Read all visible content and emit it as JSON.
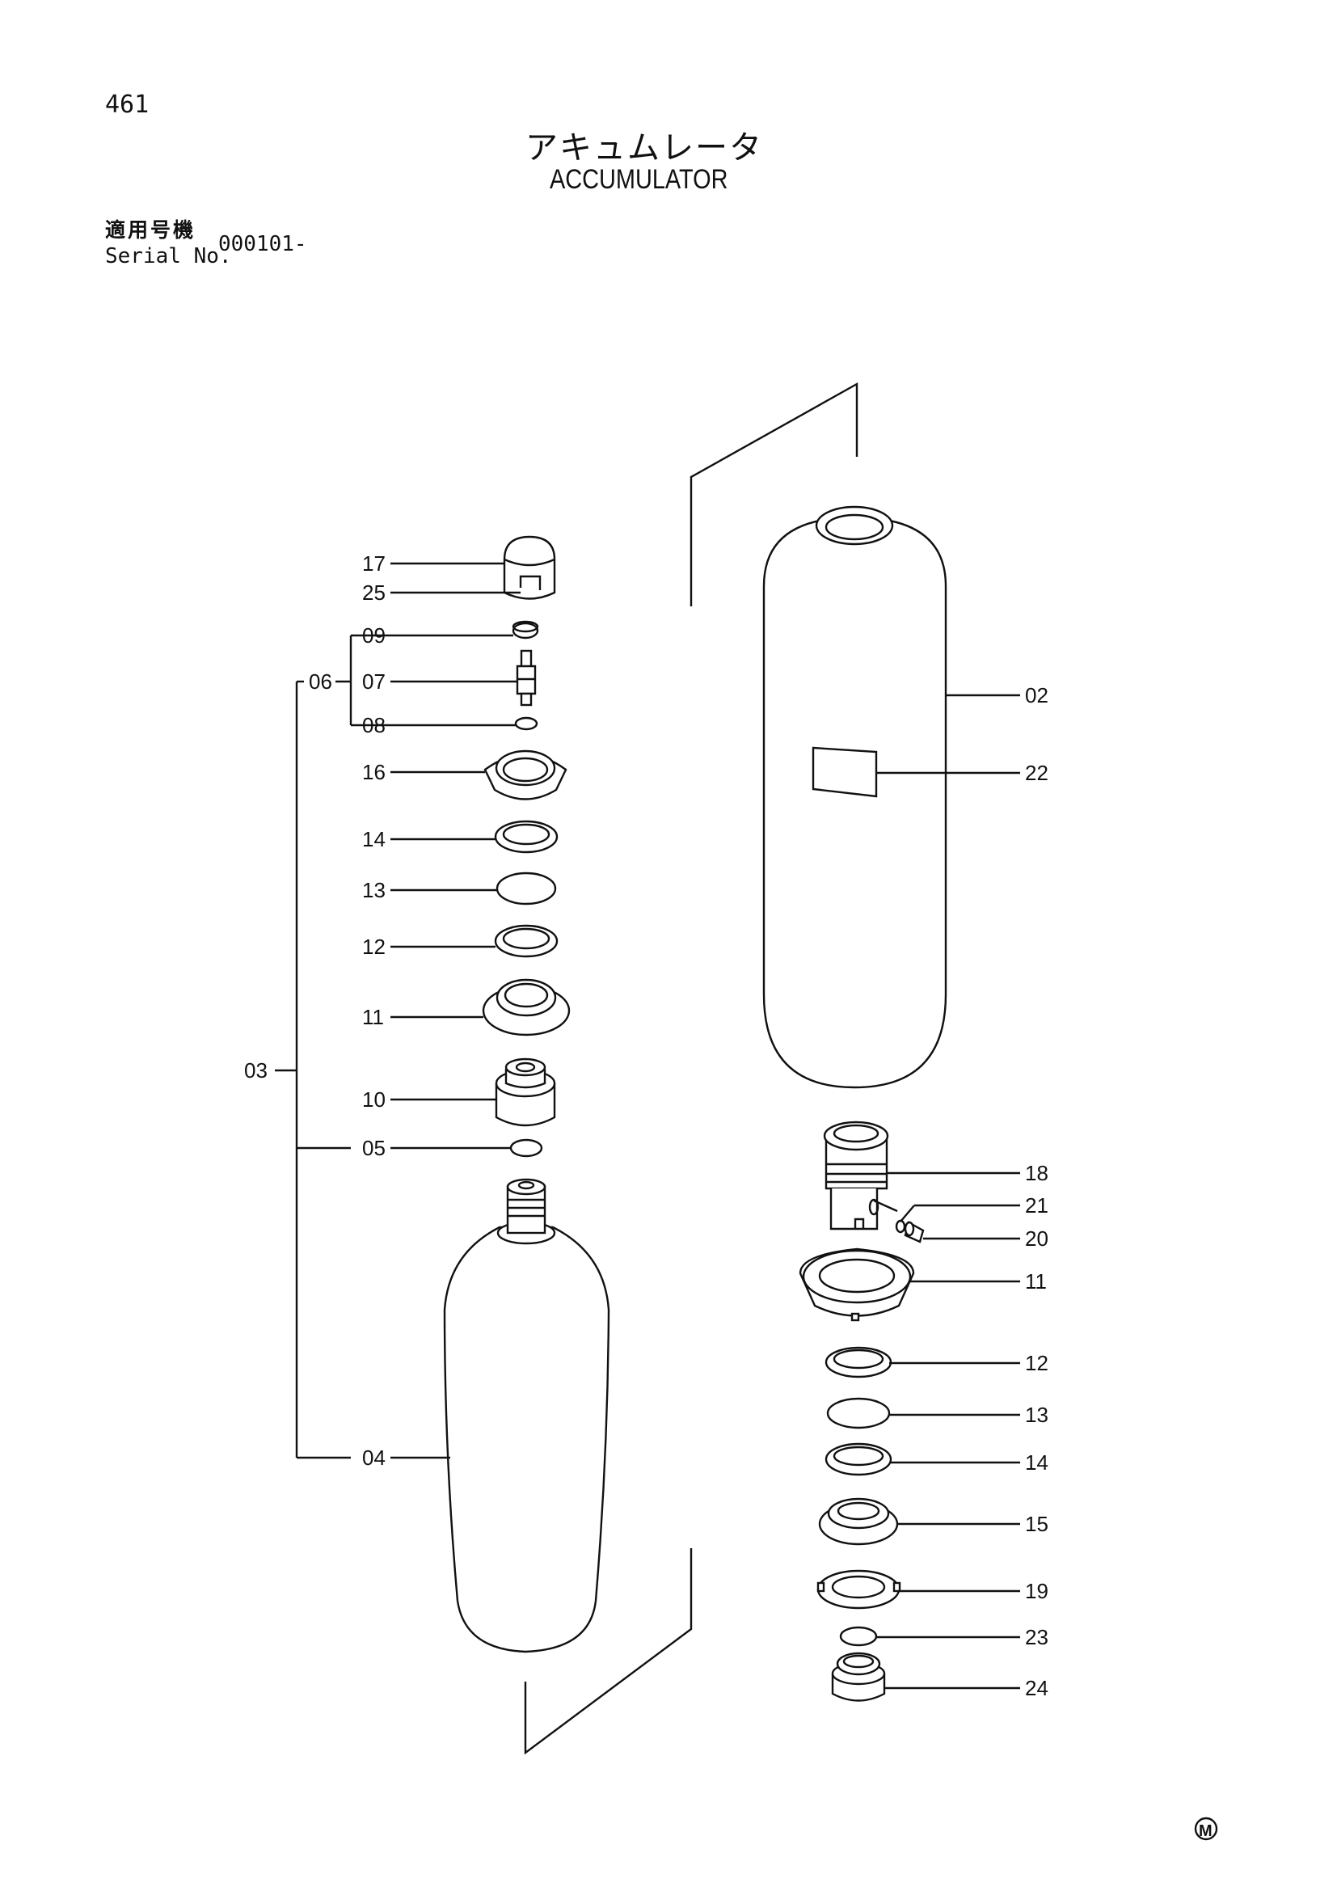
{
  "page_number": "461",
  "title_jp": "アキュムレータ",
  "title_en": "ACCUMULATOR",
  "serial": {
    "label_jp": "適用号機",
    "label_en": "Serial No.",
    "value": "000101-"
  },
  "callouts": {
    "left": [
      "17",
      "25",
      "09",
      "06",
      "07",
      "08",
      "16",
      "14",
      "13",
      "12",
      "11",
      "03",
      "10",
      "05",
      "04"
    ],
    "right": [
      "02",
      "22",
      "18",
      "21",
      "20",
      "11",
      "12",
      "13",
      "14",
      "15",
      "19",
      "23",
      "24"
    ]
  },
  "mark": "M"
}
